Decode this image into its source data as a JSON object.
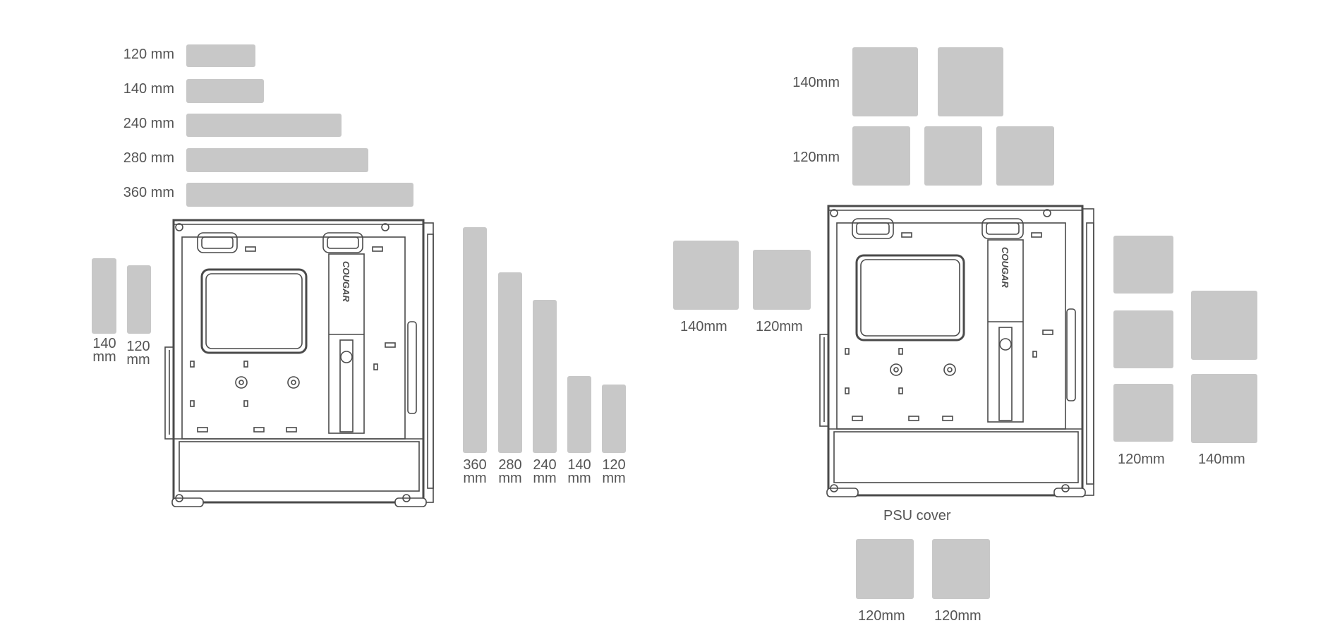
{
  "left": {
    "top_labels": [
      "120 mm",
      "140 mm",
      "240 mm",
      "280 mm",
      "360 mm"
    ],
    "side_labels": [
      {
        "line1": "140",
        "line2": "mm"
      },
      {
        "line1": "120",
        "line2": "mm"
      }
    ],
    "front_labels": [
      {
        "line1": "360",
        "line2": "mm"
      },
      {
        "line1": "280",
        "line2": "mm"
      },
      {
        "line1": "240",
        "line2": "mm"
      },
      {
        "line1": "140",
        "line2": "mm"
      },
      {
        "line1": "120",
        "line2": "mm"
      }
    ],
    "case_brand": "COUGAR"
  },
  "right": {
    "top_labels": [
      "140mm",
      "120mm"
    ],
    "rear_labels": [
      "140mm",
      "120mm"
    ],
    "front_labels": [
      "120mm",
      "140mm"
    ],
    "psu_label": "PSU cover",
    "bottom_labels": [
      "120mm",
      "120mm"
    ],
    "case_brand": "COUGAR"
  },
  "colors": {
    "block": "#c8c8c8",
    "line": "#4a4a4a",
    "text": "#555555"
  }
}
